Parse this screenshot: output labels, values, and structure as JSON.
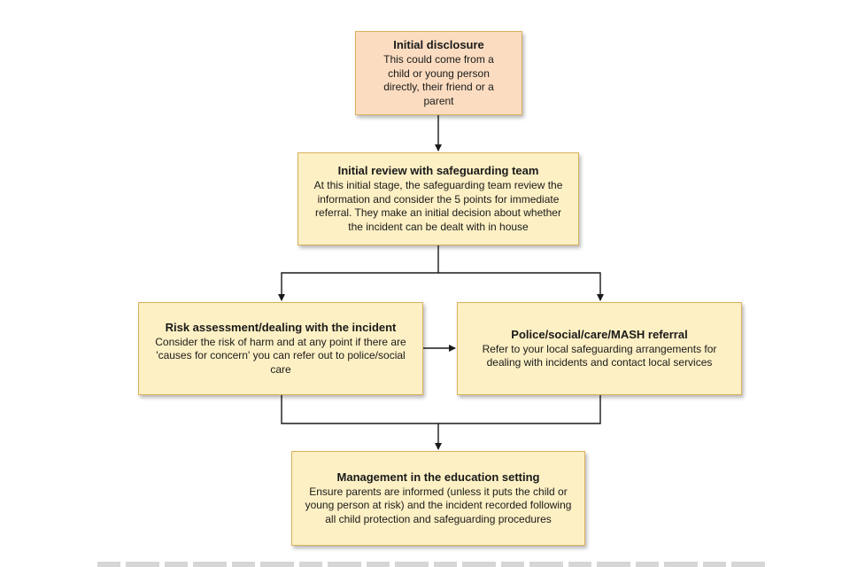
{
  "colors": {
    "first_box_fill": "#fbdcc0",
    "box_fill": "#fdf0c4",
    "box_border": "#d9b15c",
    "connector": "#1a1a1a"
  },
  "nodes": [
    {
      "id": "initial-disclosure",
      "title": "Initial disclosure",
      "body": "This could come from a child or young person directly, their friend or a parent"
    },
    {
      "id": "initial-review",
      "title": "Initial review with safeguarding team",
      "body": "At this initial stage, the safeguarding team review the information and consider the 5 points for immediate referral. They make an initial decision about whether the incident can be dealt with in house"
    },
    {
      "id": "risk-assessment",
      "title": "Risk assessment/dealing with the incident",
      "body": "Consider the risk of harm and at any point if there are 'causes for concern' you can refer out to police/social care"
    },
    {
      "id": "police-referral",
      "title": "Police/social/care/MASH referral",
      "body": "Refer to your local safeguarding arrangements for dealing with incidents and contact local services"
    },
    {
      "id": "management",
      "title": "Management in the education setting",
      "body": "Ensure parents are informed (unless it puts the child or young person at risk) and the incident recorded following all child protection and safeguarding procedures"
    }
  ],
  "edges": [
    {
      "from": "initial-disclosure",
      "to": "initial-review"
    },
    {
      "from": "initial-review",
      "to": "risk-assessment"
    },
    {
      "from": "initial-review",
      "to": "police-referral"
    },
    {
      "from": "risk-assessment",
      "to": "police-referral"
    },
    {
      "from": "risk-assessment",
      "to": "management"
    },
    {
      "from": "police-referral",
      "to": "management"
    }
  ]
}
